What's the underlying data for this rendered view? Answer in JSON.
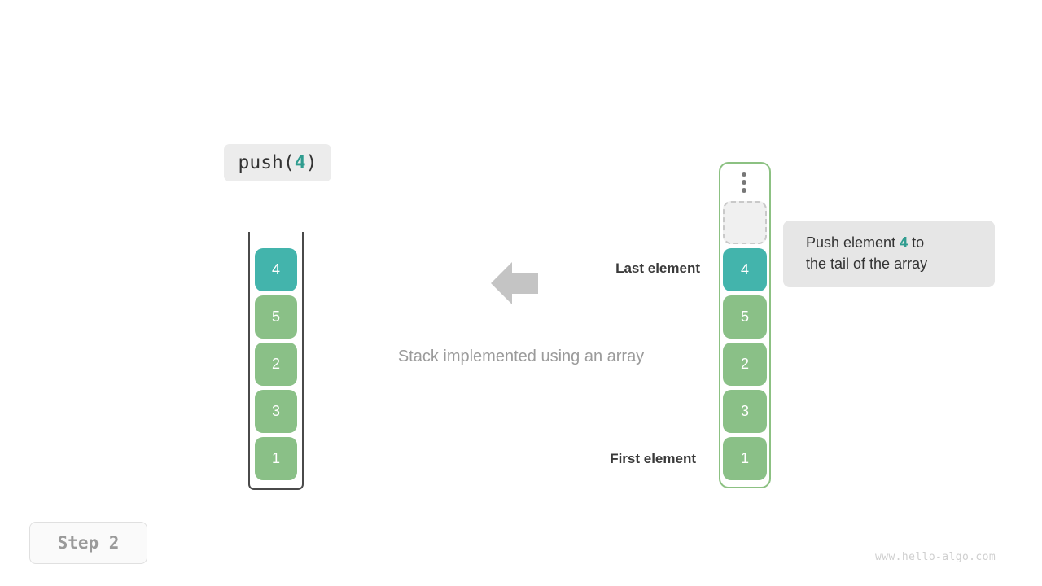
{
  "operation": {
    "prefix": "push(",
    "argument": "4",
    "suffix": ")"
  },
  "caption": "Stack implemented using an array",
  "annotations": {
    "last_element": "Last element",
    "first_element": "First element",
    "arrow_icon": "arrow-left-icon"
  },
  "stack": {
    "name": "stack-container",
    "cells": [
      {
        "value": "4",
        "color": "teal",
        "hex": "#43b4ac"
      },
      {
        "value": "5",
        "color": "green",
        "hex": "#8ac087"
      },
      {
        "value": "2",
        "color": "green",
        "hex": "#8ac087"
      },
      {
        "value": "3",
        "color": "green",
        "hex": "#8ac087"
      },
      {
        "value": "1",
        "color": "green",
        "hex": "#8ac087"
      }
    ]
  },
  "array": {
    "name": "array-container",
    "border_hex": "#8cc182",
    "ellipsis_icon": "vertical-ellipsis-icon",
    "empty_slot_label": "",
    "cells": [
      {
        "value": "4",
        "color": "teal",
        "hex": "#43b4ac"
      },
      {
        "value": "5",
        "color": "green",
        "hex": "#8ac087"
      },
      {
        "value": "2",
        "color": "green",
        "hex": "#8ac087"
      },
      {
        "value": "3",
        "color": "green",
        "hex": "#8ac087"
      },
      {
        "value": "1",
        "color": "green",
        "hex": "#8ac087"
      }
    ]
  },
  "callout": {
    "line1_before": "Push element ",
    "highlight": "4",
    "line1_after": " to",
    "line2": "the tail of the array",
    "highlight_hex": "#2f9c8f"
  },
  "step_badge": "Step 2",
  "watermark": "www.hello-algo.com"
}
